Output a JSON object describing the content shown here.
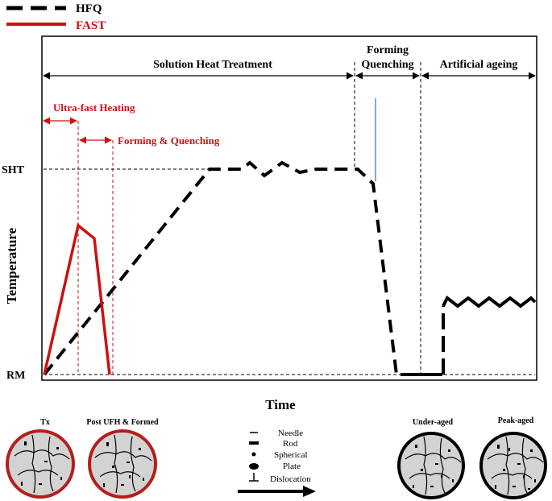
{
  "legend": {
    "hfq": "HFQ",
    "fast": "FAST"
  },
  "phases": {
    "solution_heat_treatment": "Solution Heat Treatment",
    "forming_quenching_line1": "Forming",
    "forming_quenching_line2": "Quenching",
    "artificial_ageing": "Artificial ageing",
    "ultra_fast_heating": "Ultra-fast Heating",
    "fast_forming_quenching": "Forming & Quenching"
  },
  "axes": {
    "xlabel": "Time",
    "ylabel": "Temperature",
    "y_ticks": {
      "sht": "SHT",
      "rm": "RM"
    }
  },
  "microstructures": {
    "tx": "Tx",
    "post_ufh": "Post UFH & Formed",
    "under_aged": "Under-aged",
    "peak_aged": "Peak-aged"
  },
  "precipitate_key": {
    "needle": "Needle",
    "rod": "Rod",
    "spherical": "Spherical",
    "plate": "Plate",
    "dislocation": "Dislocation"
  },
  "colors": {
    "hfq": "#000000",
    "fast": "#cc1111",
    "phase_marker": "#3a6fb0",
    "grain_fill": "#d3d3d3"
  }
}
